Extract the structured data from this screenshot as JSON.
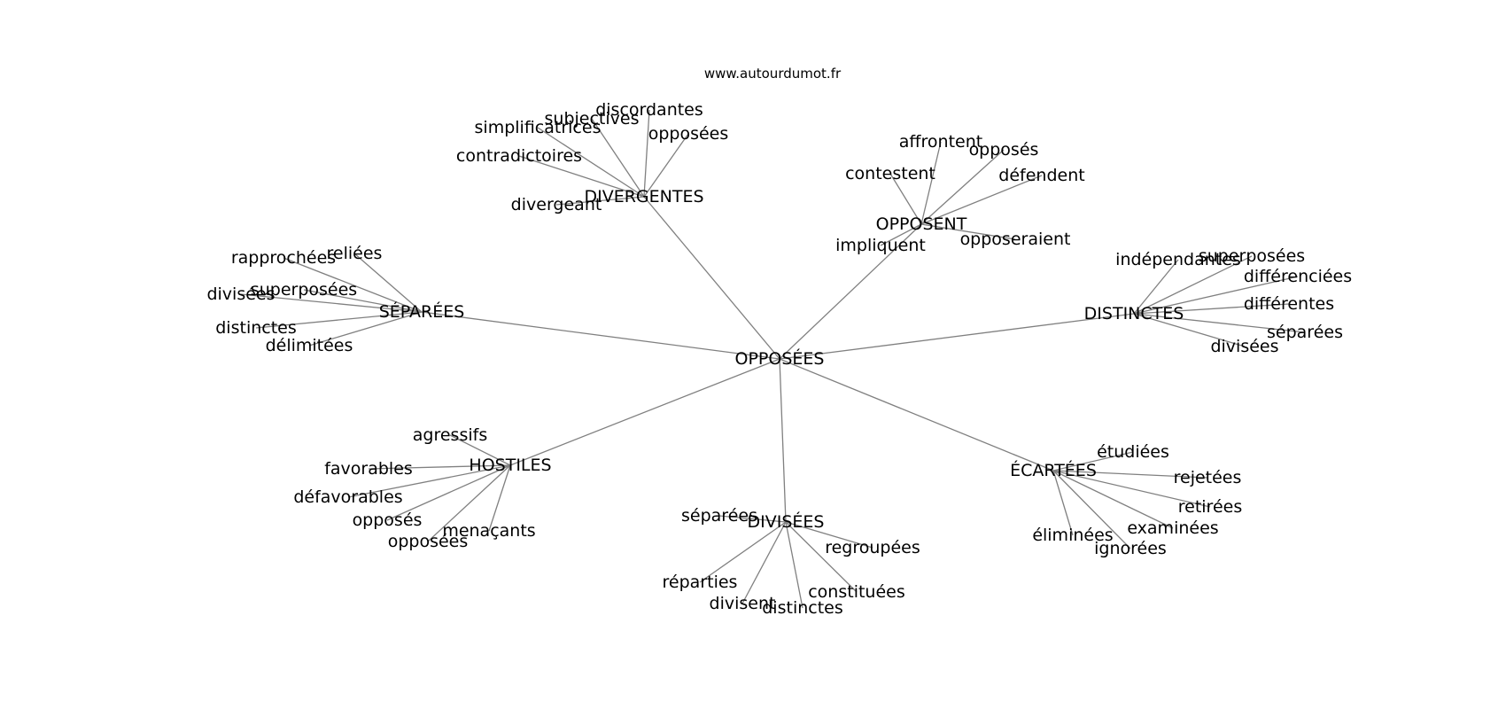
{
  "source": "www.autourdumot.fr",
  "center": {
    "label": "OPPOSÉES"
  },
  "hubs": [
    {
      "label": "DIVERGENTES",
      "leaves": [
        "discordantes",
        "subjectives",
        "simplificatrices",
        "opposées",
        "contradictoires",
        "divergeant"
      ]
    },
    {
      "label": "OPPOSENT",
      "leaves": [
        "affrontent",
        "opposés",
        "contestent",
        "défendent",
        "impliquent",
        "opposeraient"
      ]
    },
    {
      "label": "SÉPARÉES",
      "leaves": [
        "reliées",
        "rapprochées",
        "superposées",
        "divisées",
        "distinctes",
        "délimitées"
      ]
    },
    {
      "label": "DISTINCTES",
      "leaves": [
        "indépendantes",
        "superposées",
        "différenciées",
        "différentes",
        "séparées",
        "divisées"
      ]
    },
    {
      "label": "HOSTILES",
      "leaves": [
        "agressifs",
        "favorables",
        "défavorables",
        "opposés",
        "menaçants",
        "opposées"
      ]
    },
    {
      "label": "ÉCARTÉES",
      "leaves": [
        "étudiées",
        "rejetées",
        "retirées",
        "examinées",
        "éliminées",
        "ignorées"
      ]
    },
    {
      "label": "DIVISÉES",
      "leaves": [
        "séparées",
        "regroupées",
        "réparties",
        "constituées",
        "divisent",
        "distinctes"
      ]
    }
  ]
}
